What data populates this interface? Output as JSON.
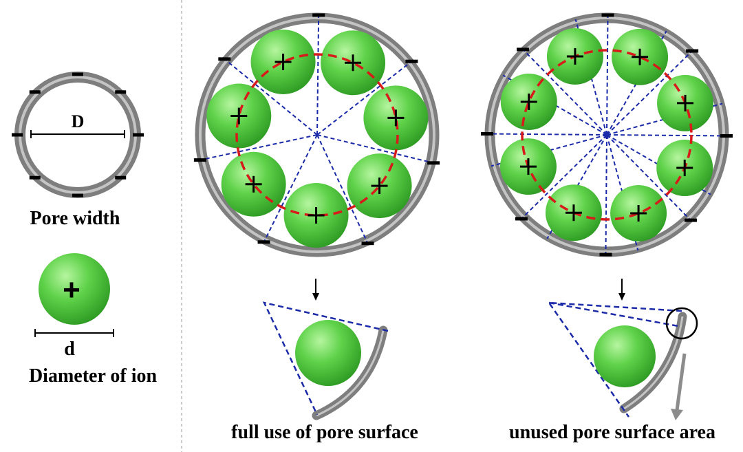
{
  "labels": {
    "pore_diameter": "D",
    "pore_width": "Pore width",
    "ion_diameter": "d",
    "diameter_of_ion": "Diameter of ion",
    "full_use": "full use of pore surface",
    "unused": "unused pore surface area"
  },
  "colors": {
    "pore_wall": "#8c8c8c",
    "pore_wall_highlight": "#c4c4c4",
    "ion_light": "#b6f5a0",
    "ion_mid": "#5fd24a",
    "ion_dark": "#2d9a22",
    "sector_line": "#1a2aa8",
    "ion_center_circle": "#d71b1b",
    "sign": "#000000"
  },
  "icons": {
    "cation": "plus-sign",
    "anion": "minus-sign",
    "pore": "grey-ring",
    "ion": "green-sphere"
  },
  "pores": [
    {
      "ions": 7,
      "ion_fit": "full use of pore surface"
    },
    {
      "ions": 8,
      "ion_fit": "unused pore surface area"
    }
  ]
}
